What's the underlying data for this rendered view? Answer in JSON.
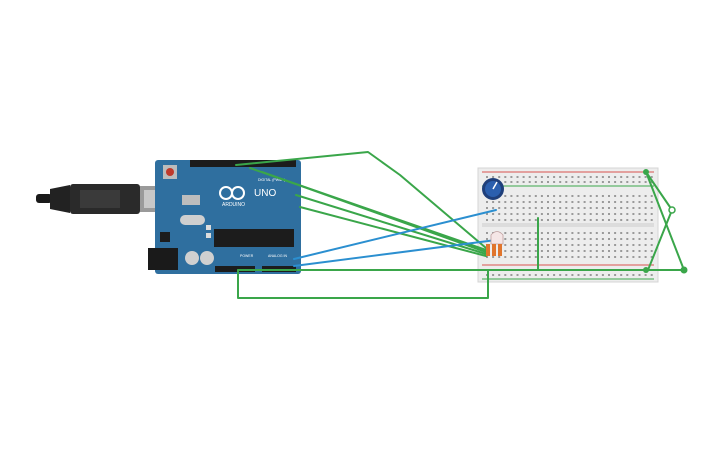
{
  "board": {
    "brand": "ARDUINO",
    "model": "UNO",
    "digital_label": "DIGITAL (PWM~)",
    "power_label": "POWER",
    "analog_label": "ANALOG IN"
  },
  "components": {
    "usb_cable": "usb-cable",
    "arduino": "arduino-uno",
    "breadboard": "breadboard",
    "potentiometer": "potentiometer",
    "rgb_led": "rgb-led",
    "resistors": "resistor"
  },
  "colors": {
    "board_blue": "#2f6f9f",
    "wire_green": "#3aa64a",
    "wire_blue": "#2b8fd0",
    "breadboard_bg": "#ededed",
    "rail_red": "#d9534f",
    "rail_green": "#3aa64a"
  }
}
